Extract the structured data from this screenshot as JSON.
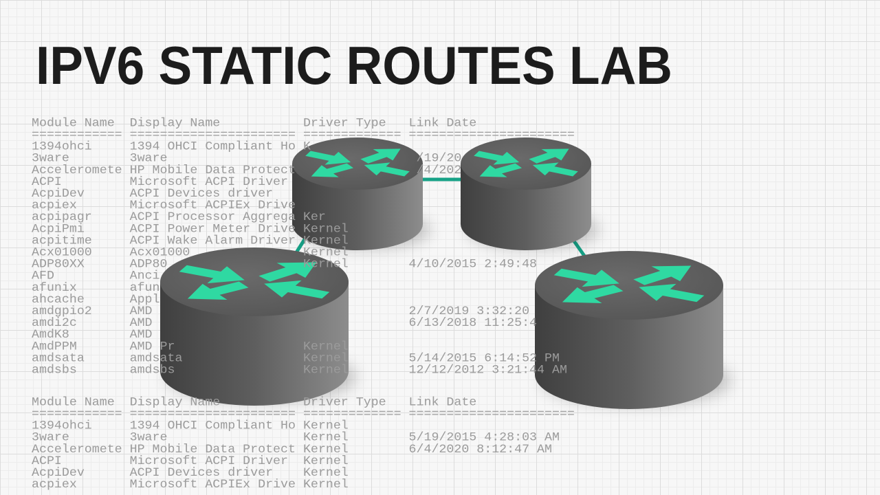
{
  "title": "IPV6 STATIC ROUTES LAB",
  "colors": {
    "title": "#1c1c1c",
    "link": "#17a287",
    "arrow": "#2fd9a2",
    "router": "#5c5c5c",
    "table_text": "#9b9b9b"
  },
  "table_top": {
    "rows": [
      "Module Name  Display Name           Driver Type   Link Date",
      "============ ====================== ============= ======================",
      "1394ohci     1394 OHCI Compliant Ho K",
      "3ware        3ware                                 /19/20",
      "Acceleromete HP Mobile Data Protect                /4/202",
      "ACPI         Microsoft ACPI Driver",
      "AcpiDev      ACPI Devices driver",
      "acpiex       Microsoft ACPIEx Drive",
      "acpipagr     ACPI Processor Aggrega Ker",
      "AcpiPmi      ACPI Power Meter Drive Kernel",
      "acpitime     ACPI Wake Alarm Driver Kernel",
      "Acx01000     Acx01000               Kernel",
      "ADP80XX      ADP80                  Kernel        4/10/2015 2:49:48",
      "AFD          Anci",
      "afunix       afun",
      "ahcache      Appl",
      "amdgpio2     AMD                                  2/7/2019 3:32:20",
      "amdi2c       AMD                                  6/13/2018 11:25:4",
      "AmdK8        AMD",
      "AmdPPM       AMD Pr                 Kernel",
      "amdsata      amdsata                Kernel        5/14/2015 6:14:52 PM",
      "amdsbs       amdsbs                 Kernel        12/12/2012 3:21:44 AM"
    ]
  },
  "table_bottom": {
    "rows": [
      "Module Name  Display Name           Driver Type   Link Date",
      "============ ====================== ============= ======================",
      "1394ohci     1394 OHCI Compliant Ho Kernel",
      "3ware        3ware                  Kernel        5/19/2015 4:28:03 AM",
      "Acceleromete HP Mobile Data Protect Kernel        6/4/2020 8:12:47 AM",
      "ACPI         Microsoft ACPI Driver  Kernel",
      "AcpiDev      ACPI Devices driver    Kernel",
      "acpiex       Microsoft ACPIEx Drive Kernel"
    ]
  },
  "routers": [
    {
      "icon": "router-arrows-icon"
    },
    {
      "icon": "router-arrows-icon"
    },
    {
      "icon": "router-arrows-icon"
    },
    {
      "icon": "router-arrows-icon"
    }
  ]
}
